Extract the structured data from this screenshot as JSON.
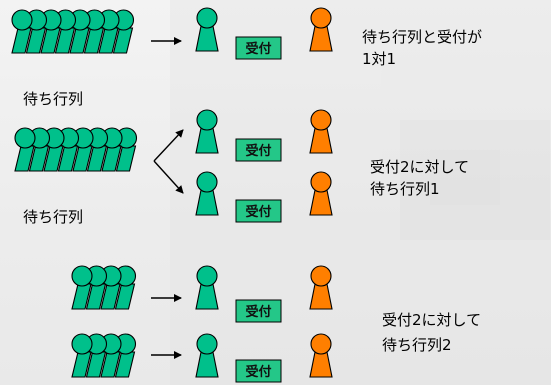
{
  "labels": {
    "queue": "待ち行列",
    "desk": "受付"
  },
  "colors": {
    "customer": "#00c08b",
    "desk_box": "#24c788",
    "staff": "#ff7f00",
    "outline": "#000000"
  },
  "scenarios": [
    {
      "caption_lines": [
        "待ち行列と受付が",
        "1対1"
      ]
    },
    {
      "caption_lines": [
        "受付2に対して",
        "待ち行列1"
      ]
    },
    {
      "caption_lines": [
        "受付2に対して",
        "待ち行列2"
      ]
    }
  ]
}
